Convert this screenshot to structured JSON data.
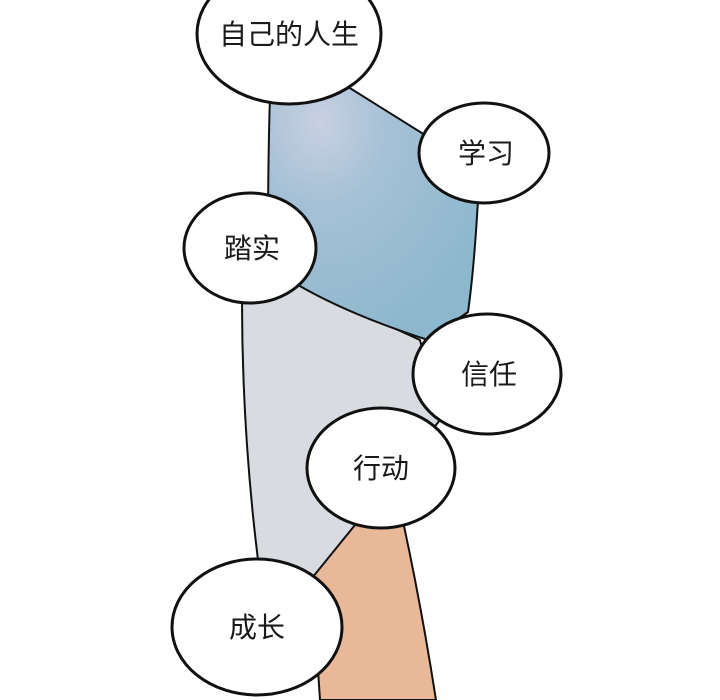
{
  "colors": {
    "background": "#ffffff",
    "blue_region": "#8fb8cc",
    "blue_region_light": "#c6cfe0",
    "gray_region": "#d8dbe0",
    "peach_region": "#e8b898",
    "outline": "#111111",
    "bubble_fill": "#ffffff"
  },
  "bubbles": {
    "self_life": "自己的人生",
    "study": "学习",
    "steady": "踏实",
    "trust": "信任",
    "action": "行动",
    "growth": "成长"
  }
}
